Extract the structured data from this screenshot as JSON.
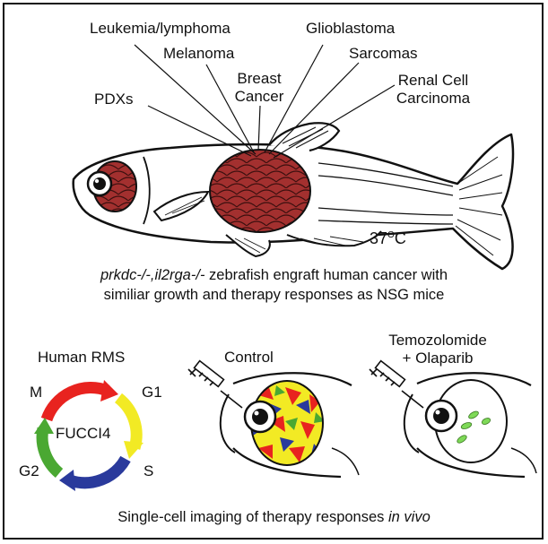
{
  "top": {
    "labels": {
      "leukemia": "Leukemia/lymphoma",
      "glioblastoma": "Glioblastoma",
      "melanoma": "Melanoma",
      "sarcomas": "Sarcomas",
      "breast_line1": "Breast",
      "breast_line2": "Cancer",
      "renal_line1": "Renal Cell",
      "renal_line2": "Carcinoma",
      "pdxs": "PDXs"
    },
    "temperature_value": "37",
    "temperature_sup": "O",
    "temperature_unit": "C",
    "caption_italic": "prkdc-/-,il2rga-/-",
    "caption_line1_rest": " zebrafish engraft human cancer with",
    "caption_line2": "similiar growth and therapy responses as NSG mice"
  },
  "bottom": {
    "human_rms": "Human RMS",
    "fucci": "FUCCI4",
    "phases": {
      "m": "M",
      "g1": "G1",
      "g2": "G2",
      "s": "S"
    },
    "control": "Control",
    "treatment_line1": "Temozolomide",
    "treatment_line2": "+ Olaparib",
    "caption_main": "Single-cell imaging of therapy responses ",
    "caption_italic": "in vivo"
  },
  "colors": {
    "tumor": "#a3302f",
    "cycle_red": "#e8231f",
    "cycle_yellow": "#f2ea24",
    "cycle_green": "#4aa832",
    "cycle_blue": "#2a3a9c",
    "gfp_green": "#7ed957"
  }
}
